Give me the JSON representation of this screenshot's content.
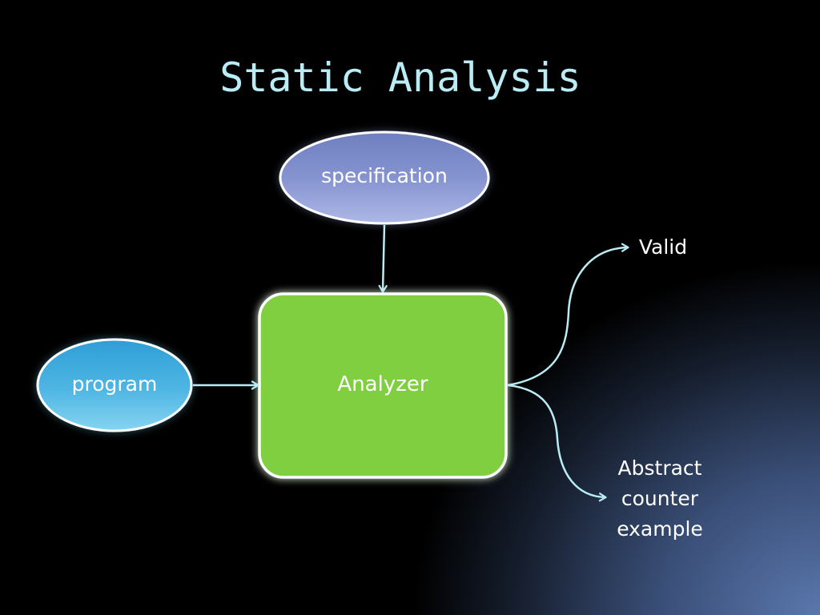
{
  "slide": {
    "title": "Static Analysis",
    "background": "#000000",
    "accent_glow": "#5a77ad"
  },
  "nodes": {
    "specification": {
      "label": "specification",
      "color": "#8c9ad3"
    },
    "program": {
      "label": "program",
      "color": "#4fb6e3"
    },
    "analyzer": {
      "label": "Analyzer",
      "color": "#80cf3f"
    }
  },
  "outputs": {
    "valid": "Valid",
    "abstract_counter_example": [
      "Abstract",
      "counter",
      "example"
    ]
  },
  "edges": [
    {
      "from": "specification",
      "to": "analyzer"
    },
    {
      "from": "program",
      "to": "analyzer"
    },
    {
      "from": "analyzer",
      "to": "valid"
    },
    {
      "from": "analyzer",
      "to": "abstract_counter_example"
    }
  ],
  "edge_color": "#b9ecf5"
}
